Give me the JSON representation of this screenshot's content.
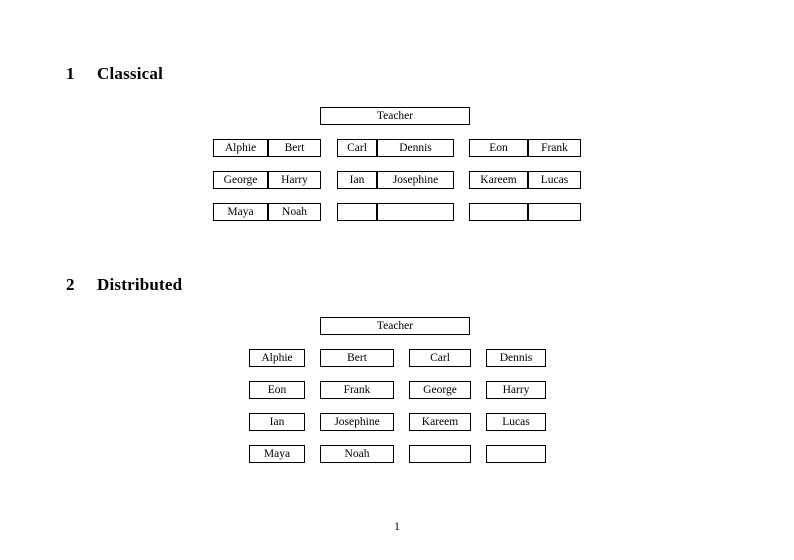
{
  "document": {
    "page_number": "1",
    "teacher_label": "Teacher"
  },
  "sections": [
    {
      "number": "1",
      "title": "Classical",
      "layout": "grouped",
      "teacher": "Teacher",
      "groups": [
        {
          "name": "group-left",
          "rows": [
            [
              "Alphie",
              "Bert"
            ],
            [
              "George",
              "Harry"
            ],
            [
              "Maya",
              "Noah"
            ]
          ]
        },
        {
          "name": "group-middle",
          "rows": [
            [
              "Carl",
              "Dennis"
            ],
            [
              "Ian",
              "Josephine"
            ],
            [
              "",
              ""
            ]
          ]
        },
        {
          "name": "group-right",
          "rows": [
            [
              "Eon",
              "Frank"
            ],
            [
              "Kareem",
              "Lucas"
            ],
            [
              "",
              ""
            ]
          ]
        }
      ]
    },
    {
      "number": "2",
      "title": "Distributed",
      "layout": "grid",
      "teacher": "Teacher",
      "rows": [
        [
          "Alphie",
          "Bert",
          "Carl",
          "Dennis"
        ],
        [
          "Eon",
          "Frank",
          "George",
          "Harry"
        ],
        [
          "Ian",
          "Josephine",
          "Kareem",
          "Lucas"
        ],
        [
          "Maya",
          "Noah",
          "",
          ""
        ]
      ]
    }
  ]
}
